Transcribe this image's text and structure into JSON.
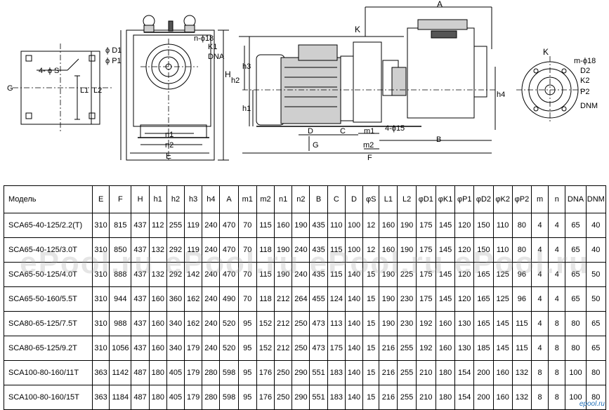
{
  "drawing_labels": {
    "G": "G",
    "four_phi_S": "4- ϕ S",
    "L1": "L1",
    "L2": "L2",
    "phiD1": "ϕ D1",
    "phiP1": "ϕ P1",
    "n_phi18": "n-ϕ18",
    "K1": "K1",
    "DNA": "DNA",
    "H": "H",
    "n1": "n1",
    "n2": "n2",
    "E": "E",
    "K": "K",
    "A": "A",
    "h3": "h3",
    "h2": "h2",
    "h1": "h1",
    "D": "D",
    "C": "C",
    "m1": "m1",
    "four_phi15": "4-ϕ15",
    "G2": "G",
    "m2": "m2",
    "F": "F",
    "B": "B",
    "h4": "h4",
    "K_right": "K",
    "m_phi18": "m-ϕ18",
    "D2": "D2",
    "K2": "K2",
    "P2": "P2",
    "DNM": "DNM"
  },
  "table": {
    "headers": [
      "Модель",
      "E",
      "F",
      "H",
      "h1",
      "h2",
      "h3",
      "h4",
      "A",
      "m1",
      "m2",
      "n1",
      "n2",
      "B",
      "C",
      "D",
      "φS",
      "L1",
      "L2",
      "φD1",
      "φK1",
      "φP1",
      "φD2",
      "φK2",
      "φP2",
      "m",
      "n",
      "DNA",
      "DNM"
    ],
    "rows": [
      [
        "SCA65-40-125/2.2(T)",
        "310",
        "815",
        "437",
        "112",
        "255",
        "119",
        "240",
        "470",
        "70",
        "115",
        "160",
        "190",
        "435",
        "110",
        "100",
        "12",
        "160",
        "190",
        "175",
        "145",
        "120",
        "150",
        "110",
        "80",
        "4",
        "4",
        "65",
        "40"
      ],
      [
        "SCA65-40-125/3.0T",
        "310",
        "850",
        "437",
        "132",
        "292",
        "119",
        "240",
        "470",
        "70",
        "118",
        "190",
        "240",
        "435",
        "115",
        "100",
        "12",
        "160",
        "190",
        "175",
        "145",
        "120",
        "150",
        "110",
        "80",
        "4",
        "4",
        "65",
        "40"
      ],
      [
        "SCA65-50-125/4.0T",
        "310",
        "888",
        "437",
        "132",
        "292",
        "142",
        "240",
        "470",
        "70",
        "115",
        "190",
        "240",
        "435",
        "115",
        "140",
        "15",
        "190",
        "225",
        "175",
        "145",
        "120",
        "165",
        "125",
        "96",
        "4",
        "4",
        "65",
        "50"
      ],
      [
        "SCA65-50-160/5.5T",
        "310",
        "944",
        "437",
        "160",
        "360",
        "162",
        "240",
        "490",
        "70",
        "118",
        "212",
        "264",
        "455",
        "124",
        "140",
        "15",
        "190",
        "230",
        "175",
        "145",
        "120",
        "165",
        "125",
        "96",
        "4",
        "4",
        "65",
        "50"
      ],
      [
        "SCA80-65-125/7.5T",
        "310",
        "988",
        "437",
        "160",
        "340",
        "162",
        "240",
        "520",
        "95",
        "152",
        "212",
        "250",
        "473",
        "113",
        "140",
        "15",
        "190",
        "230",
        "192",
        "160",
        "130",
        "165",
        "145",
        "115",
        "4",
        "8",
        "80",
        "65"
      ],
      [
        "SCA80-65-125/9.2T",
        "310",
        "1056",
        "437",
        "160",
        "340",
        "179",
        "240",
        "520",
        "95",
        "152",
        "212",
        "250",
        "473",
        "175",
        "140",
        "15",
        "216",
        "255",
        "192",
        "160",
        "130",
        "185",
        "145",
        "115",
        "4",
        "8",
        "80",
        "65"
      ],
      [
        "SCA100-80-160/11T",
        "363",
        "1142",
        "487",
        "180",
        "405",
        "179",
        "280",
        "598",
        "95",
        "176",
        "250",
        "290",
        "551",
        "183",
        "140",
        "15",
        "216",
        "255",
        "210",
        "180",
        "154",
        "200",
        "160",
        "132",
        "8",
        "8",
        "100",
        "80"
      ],
      [
        "SCA100-80-160/15T",
        "363",
        "1184",
        "487",
        "180",
        "405",
        "179",
        "280",
        "598",
        "95",
        "176",
        "250",
        "290",
        "551",
        "183",
        "140",
        "15",
        "216",
        "255",
        "210",
        "180",
        "154",
        "200",
        "160",
        "132",
        "8",
        "8",
        "100",
        "80"
      ]
    ]
  },
  "watermark": "ePool.ru   ePool.ru   ePool.ru   ePool.ru",
  "corner_mark": "epool.ru"
}
